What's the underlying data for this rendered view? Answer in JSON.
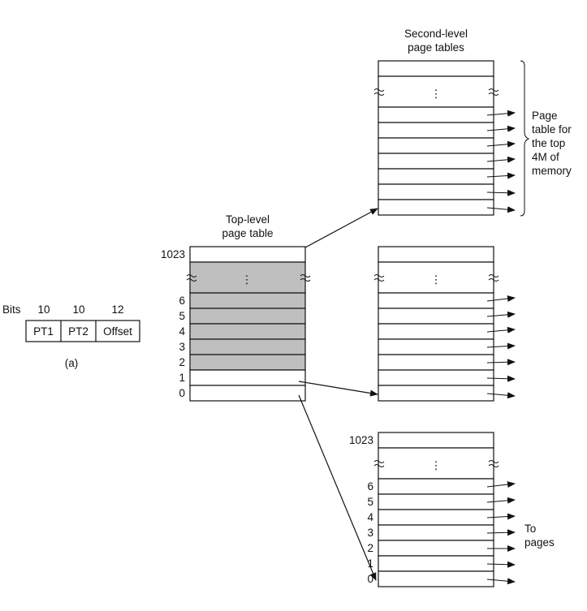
{
  "caption": "(a)",
  "address_format": {
    "bits_label": "Bits",
    "fields": [
      {
        "name": "PT1",
        "bits": "10"
      },
      {
        "name": "PT2",
        "bits": "10"
      },
      {
        "name": "Offset",
        "bits": "12"
      }
    ]
  },
  "top_level_table": {
    "title_line1": "Top-level",
    "title_line2": "page table",
    "entry_labels": [
      "1023",
      "6",
      "5",
      "4",
      "3",
      "2",
      "1",
      "0"
    ],
    "ellipsis": "⋮"
  },
  "second_level_tables": {
    "title_line1": "Second-level",
    "title_line2": "page tables",
    "bottom_table_entry_labels": [
      "1023",
      "6",
      "5",
      "4",
      "3",
      "2",
      "1",
      "0"
    ],
    "ellipsis": "⋮"
  },
  "annotations": {
    "top_4m_lines": [
      "Page",
      "table for",
      "the top",
      "4M of",
      "memory"
    ],
    "to_pages_lines": [
      "To",
      "pages"
    ]
  },
  "colors": {
    "line": "#111111",
    "shaded_entry": "#bfbfbf",
    "background": "#ffffff"
  }
}
